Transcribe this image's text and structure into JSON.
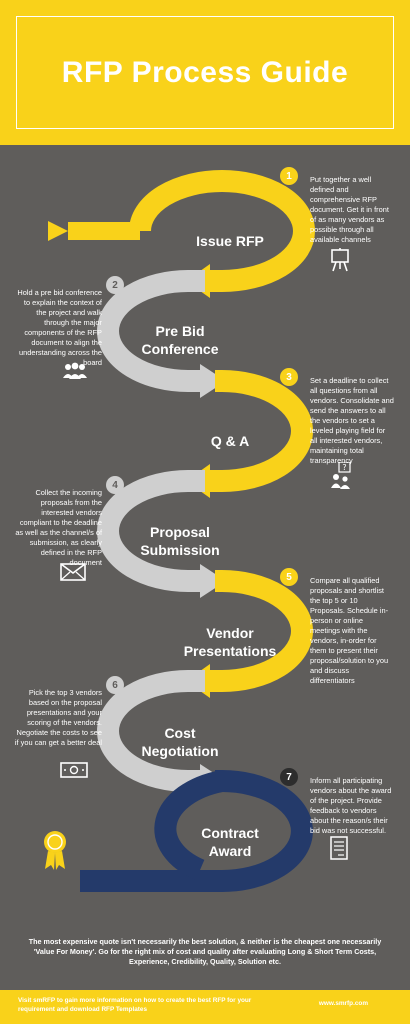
{
  "title": "RFP Process Guide",
  "colors": {
    "yellow": "#f9d21a",
    "grey": "#cfcfcf",
    "navy": "#243a6a",
    "background": "#5f5d5b"
  },
  "stages": [
    {
      "number": "1",
      "label": "Issue RFP",
      "description": "Put together a well defined and comprehensive RFP document. Get it in front of as many vendors as possible through all available channels",
      "icon": "easel-icon"
    },
    {
      "number": "2",
      "label": "Pre Bid\nConference",
      "description": "Hold a pre bid conference to explain the context of the project and walk through the major components of the RFP document to align the understanding across the board",
      "icon": "group-icon"
    },
    {
      "number": "3",
      "label": "Q & A",
      "description": "Set a deadline to collect all questions from all vendors. Consolidate and send the answers to all the vendors to set a leveled playing field for all interested vendors, maintaining total transparency",
      "icon": "question-people-icon"
    },
    {
      "number": "4",
      "label": "Proposal\nSubmission",
      "description": "Collect the incoming proposals from the interested vendors compliant to the deadline as well as the channel/s of submission, as clearly defined in the RFP document",
      "icon": "envelope-icon"
    },
    {
      "number": "5",
      "label": "Vendor\nPresentations",
      "description": "Compare all qualified proposals and shortlist the top 5 or 10 Proposals. Schedule in-person or online meetings with the vendors, in-order for them to present their proposal/solution to you and discuss differentiators",
      "icon": ""
    },
    {
      "number": "6",
      "label": "Cost\nNegotiation",
      "description": "Pick the top 3 vendors based on the proposal presentations and your scoring of the vendors. Negotiate the costs to see if you can get a better deal",
      "icon": "money-icon"
    },
    {
      "number": "7",
      "label": "Contract\nAward",
      "description": "Inform all participating vendors about the award of the project. Provide feedback to vendors about the reason/s their bid was not successful.",
      "icon": "contract-icon"
    }
  ],
  "footer_note": "The most expensive quote isn't necessarily the best solution, & neither is the cheapest one necessarily 'Value For Money'. Go for the right mix of cost and quality after evaluating Long & Short Term Costs, Experience, Credibility, Quality, Solution etc.",
  "bottom_bar": {
    "left_text": "Visit smRFP to gain more information on how to create the best RFP for your requirement and download RFP Templates",
    "right_text": "www.smrfp.com"
  }
}
